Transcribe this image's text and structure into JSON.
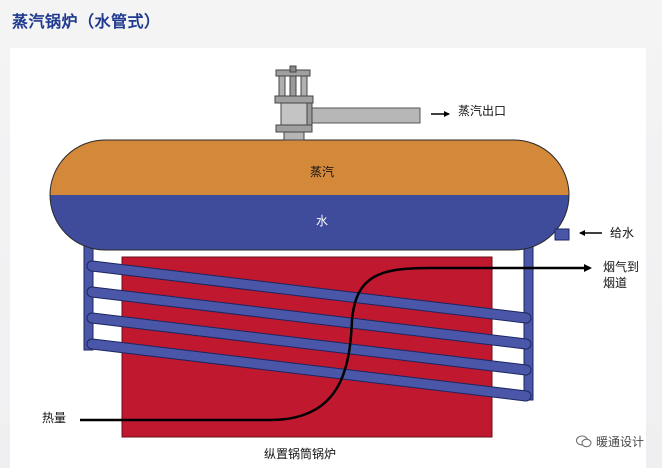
{
  "title": "蒸汽锅炉（水管式）",
  "labels": {
    "steam_outlet": "蒸汽出口",
    "steam": "蒸汽",
    "water": "水",
    "feed_water": "给水",
    "flue_gas_line1": "烟气到",
    "flue_gas_line2": "烟道",
    "heat": "热量",
    "caption": "纵置锅筒锅炉"
  },
  "watermark": "暖通设计",
  "colors": {
    "steam": "#d4883a",
    "water": "#3f4b9b",
    "furnace": "#c0182f",
    "tube": "#4a57a8",
    "pipe": "#b7b7b7",
    "title": "#1f3a8f"
  }
}
